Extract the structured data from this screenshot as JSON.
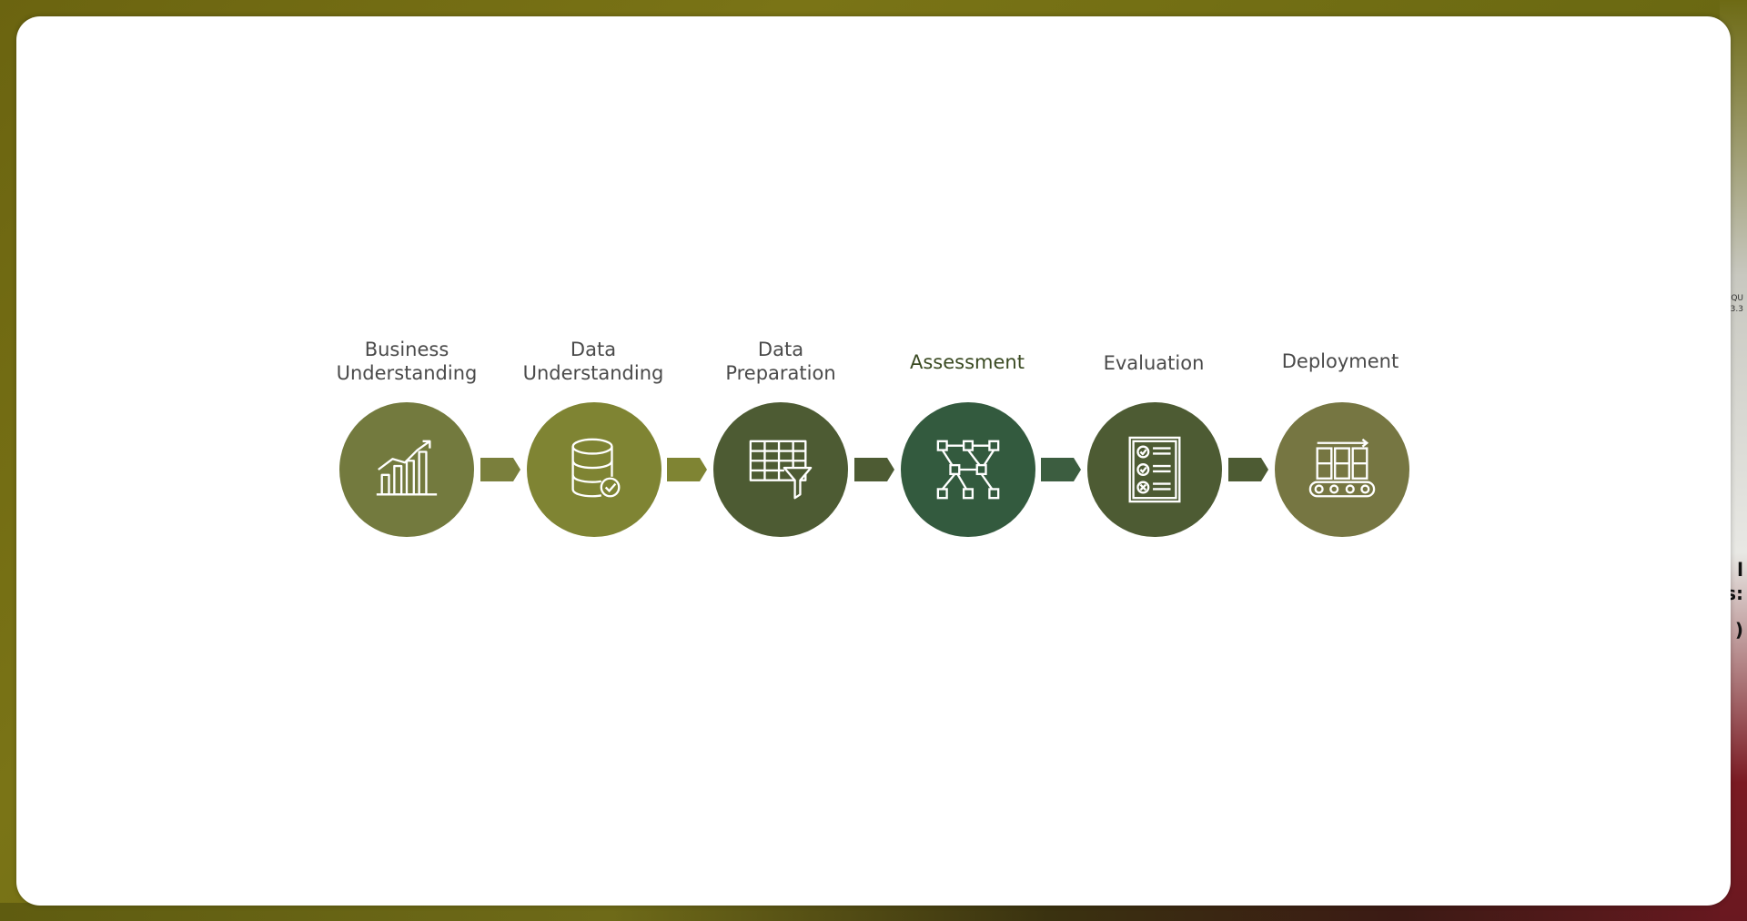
{
  "steps": [
    {
      "label_line1": "Business",
      "label_line2": "Understanding",
      "icon": "bar-chart-icon",
      "color": "#737a3e"
    },
    {
      "label_line1": "Data",
      "label_line2": "Understanding",
      "icon": "database-icon",
      "color": "#7f8433"
    },
    {
      "label_line1": "Data",
      "label_line2": "Preparation",
      "icon": "table-filter-icon",
      "color": "#4d5b33"
    },
    {
      "label_line1": "Assessment",
      "label_line2": "",
      "icon": "model-network-icon",
      "color": "#335a3e"
    },
    {
      "label_line1": "Evaluation",
      "label_line2": "",
      "icon": "checklist-icon",
      "color": "#4d5b33"
    },
    {
      "label_line1": "Deployment",
      "label_line2": "",
      "icon": "conveyor-icon",
      "color": "#767642"
    }
  ],
  "arrow_colors": [
    "#7a7f3c",
    "#7f8433",
    "#4d5b33",
    "#3c5d40",
    "#4d5b33"
  ],
  "edge_text": {
    "small_1": "QU",
    "small_2": "3.3",
    "bold_1": "l",
    "bold_2": "s:",
    "bold_3": ")"
  }
}
